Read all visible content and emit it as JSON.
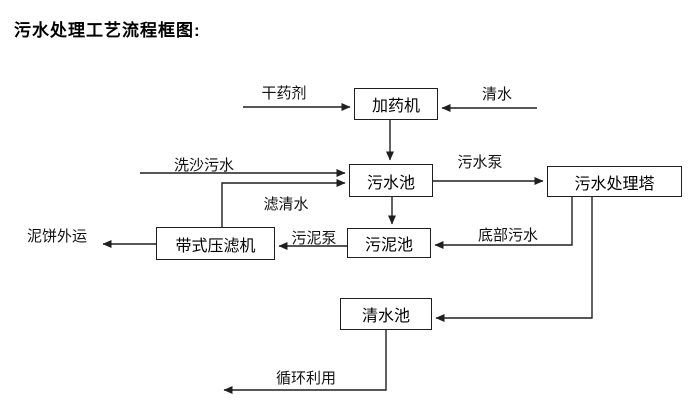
{
  "title": "污水处理工艺流程框图:",
  "colors": {
    "background": "#ffffff",
    "line": "#1f1f1f",
    "box_border": "#1f1f1f",
    "text": "#000000"
  },
  "nodes": [
    {
      "id": "dosing-machine",
      "label": "加药机"
    },
    {
      "id": "sewage-pool",
      "label": "污水池"
    },
    {
      "id": "sewage-treatment-tower",
      "label": "污水处理塔"
    },
    {
      "id": "belt-filter-press",
      "label": "带式压滤机"
    },
    {
      "id": "sludge-pool",
      "label": "污泥池"
    },
    {
      "id": "clean-water-pool",
      "label": "清水池"
    }
  ],
  "edges": [
    {
      "from": "dry-chemical-input",
      "to": "dosing-machine",
      "label": "干药剂"
    },
    {
      "from": "clean-water-input",
      "to": "dosing-machine",
      "label": "清水"
    },
    {
      "from": "dosing-machine",
      "to": "sewage-pool",
      "label": ""
    },
    {
      "from": "sand-washing-sewage",
      "to": "sewage-pool",
      "label": "洗沙污水"
    },
    {
      "from": "belt-filter-press",
      "to": "sewage-pool",
      "label": "滤清水"
    },
    {
      "from": "sewage-pool",
      "to": "sewage-treatment-tower",
      "label": "污水泵"
    },
    {
      "from": "sewage-pool",
      "to": "sludge-pool",
      "label": ""
    },
    {
      "from": "sludge-pool",
      "to": "belt-filter-press",
      "label": "污泥泵"
    },
    {
      "from": "belt-filter-press",
      "to": "mud-cake-outbound",
      "label": "泥饼外运"
    },
    {
      "from": "sewage-treatment-tower",
      "to": "sludge-pool",
      "label": "底部污水"
    },
    {
      "from": "sewage-treatment-tower",
      "to": "clean-water-pool",
      "label": ""
    },
    {
      "from": "clean-water-pool",
      "to": "recycling-output",
      "label": "循环利用"
    }
  ]
}
